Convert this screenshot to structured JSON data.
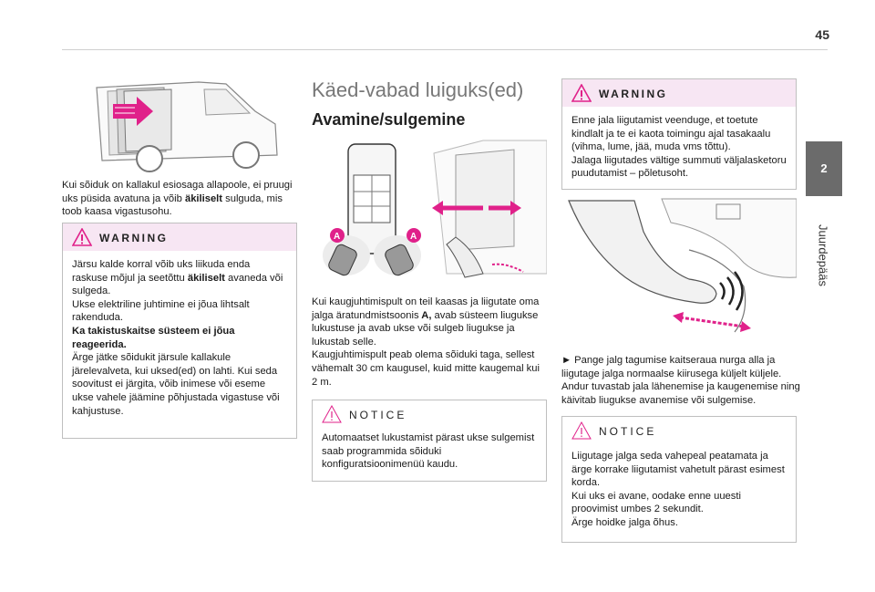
{
  "page_number": "45",
  "side_tab": {
    "number": "2",
    "label": "Juurdepääs"
  },
  "col1": {
    "intro": "Kui sõiduk on kallakul esiosaga allapoole, ei pruugi uks püsida avatuna ja võib äkiliselt sulguda, mis toob kaasa vigastusohu.",
    "warning": {
      "title": "WARNING",
      "p1": "Järsu kalde korral võib uks liikuda enda raskuse mõjul ja seetõttu äkiliselt avaneda või sulgeda.",
      "p2": "Ukse elektriline juhtimine ei jõua lihtsalt rakenduda.",
      "p3": "Ka takistuskaitse süsteem ei jõua reageerida.",
      "p4": "Ärge jätke sõidukit järsule kallakule järelevalveta, kui uksed(ed) on lahti. Kui seda soovitust ei järgita, võib inimese või eseme ukse vahele jäämine põhjustada vigastuse või kahjustuse."
    }
  },
  "col2": {
    "heading": "Käed-vabad luiguks(ed)",
    "subheading": "Avamine/sulgemine",
    "label_a": "A",
    "para1": "Kui kaugjuhtimispult on teil kaasas ja liigutate oma jalga äratundmistsoonis A, avab süsteem liugukse lukustuse ja avab ukse või sulgeb liugukse ja lukustab selle.",
    "para2": "Kaugjuhtimispult peab olema sõiduki taga, sellest vähemalt 30 cm kaugusel, kuid mitte kaugemal kui 2 m.",
    "notice": {
      "title": "NOTICE",
      "text": "Automaatset lukustamist pärast ukse sulgemist saab programmida sõiduki konfiguratsioonimenüü kaudu."
    }
  },
  "col3": {
    "warning": {
      "title": "WARNING",
      "p1": "Enne jala liigutamist veenduge, et toetute kindlalt ja te ei kaota toimingu ajal tasakaalu (vihma, lume, jää, muda vms tõttu).",
      "p2": "Jalaga liigutades vältige summuti väljalasketoru puudutamist – põletusoht."
    },
    "step": "► Pange jalg tagumise kaitseraua nurga alla ja liigutage jalga normaalse kiirusega küljelt küljele. Andur tuvastab jala lähenemise ja kaugenemise ning käivitab liugukse avanemise või sulgemise.",
    "notice": {
      "title": "NOTICE",
      "p1": "Liigutage jalga seda vahepeal peatamata ja ärge korrake liigutamist vahetult pärast esimest korda.",
      "p2": "Kui uks ei avane, oodake enne uuesti proovimist umbes 2 sekundit.",
      "p3": "Ärge hoidke jalga õhus."
    }
  },
  "colors": {
    "warning_bg": "#f7e6f3",
    "accent": "#e0218a",
    "tab": "#6b6b6b"
  }
}
